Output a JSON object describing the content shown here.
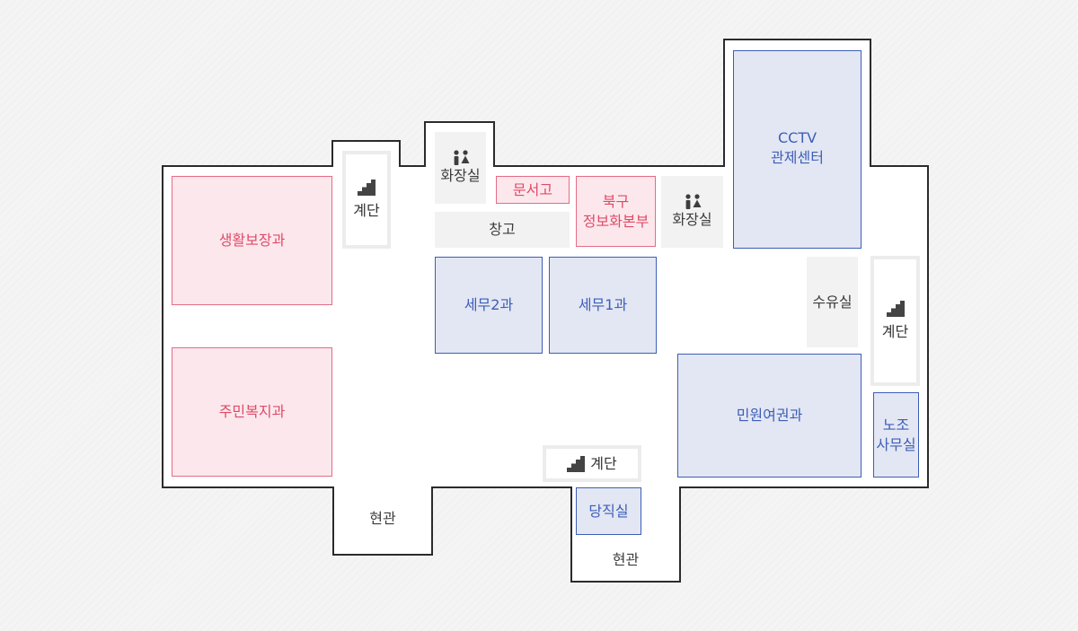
{
  "map": {
    "rooms": {
      "living_security": "생활보장과",
      "welfare": "주민복지과",
      "stairs_left": "계단",
      "restroom_left": "화장실",
      "archive": "문서고",
      "storage": "창고",
      "info_hq_line1": "북구",
      "info_hq_line2": "정보화본부",
      "restroom_right": "화장실",
      "cctv_line1": "CCTV",
      "cctv_line2": "관제센터",
      "tax2": "세무2과",
      "tax1": "세무1과",
      "nursing": "수유실",
      "stairs_right": "계단",
      "civil_passport": "민원여권과",
      "union_line1": "노조",
      "union_line2": "사무실",
      "stairs_bottom": "계단",
      "duty_room": "당직실",
      "entrance_left": "현관",
      "entrance_bottom": "현관"
    },
    "icons": {
      "restroom": "restroom-icon",
      "stairs": "stairs-icon"
    },
    "colors": {
      "admin_blue": "#3d5eb8",
      "welfare_pink": "#e46b84"
    }
  }
}
